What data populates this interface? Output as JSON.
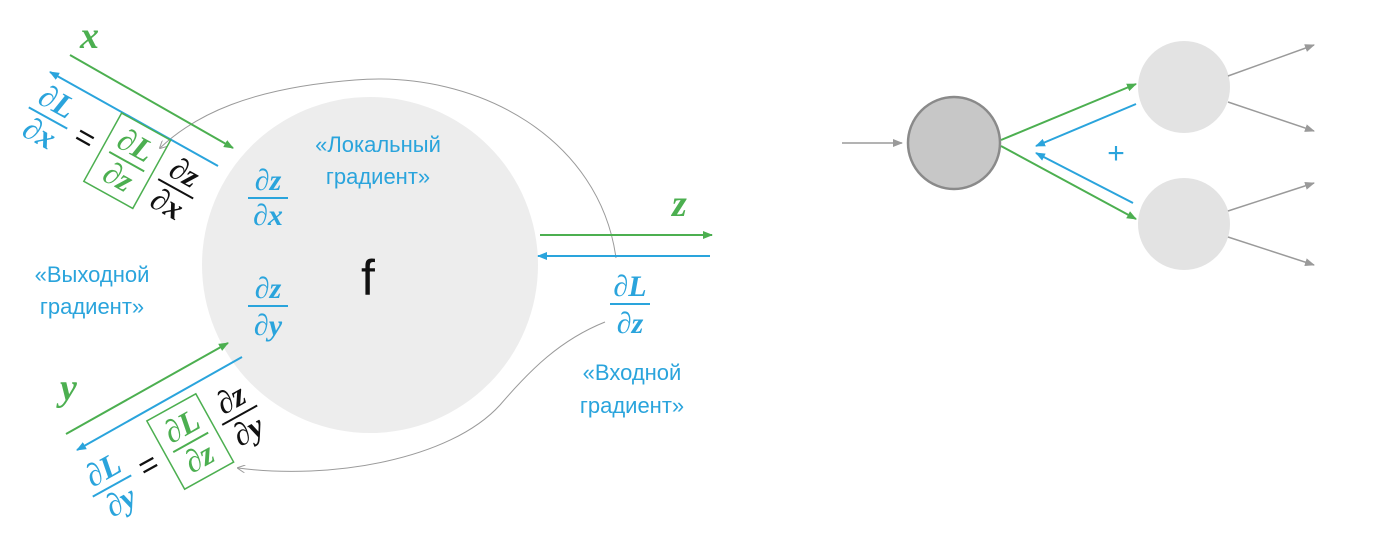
{
  "colors": {
    "green": "#4caf50",
    "blue": "#2aa4dc",
    "black": "#111111",
    "node_fill": "#ededed",
    "node_dark": "#c7c7c7",
    "grey_line": "#9a9a9a"
  },
  "left": {
    "node_label": "f",
    "var_x": "x",
    "var_y": "y",
    "var_z": "z",
    "plus_sign": "+",
    "equals": "=",
    "partial_L": "∂L",
    "partial_z": "∂z",
    "partial_x": "∂x",
    "partial_y": "∂y",
    "local_gradient_line1": "«Локальный",
    "local_gradient_line2": "градиент»",
    "output_gradient_line1": "«Выходной",
    "output_gradient_line2": "градиент»",
    "input_gradient_line1": "«Входной",
    "input_gradient_line2": "градиент»"
  }
}
